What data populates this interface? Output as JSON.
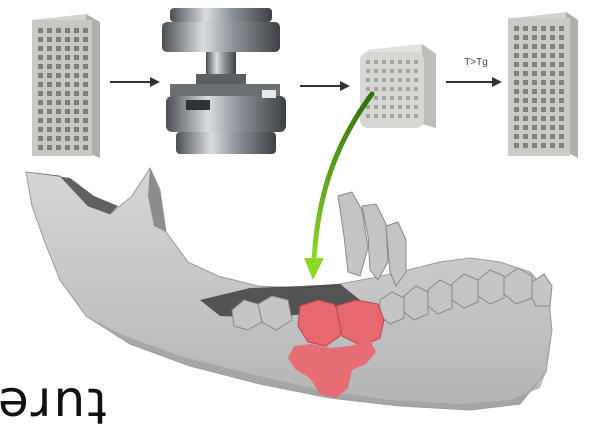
{
  "process": {
    "steps": [
      {
        "name": "printed-lattice-scaffold",
        "kind": "lattice-block"
      },
      {
        "name": "compression-press",
        "kind": "press"
      },
      {
        "name": "compressed-lattice-cube",
        "kind": "lattice-cube"
      },
      {
        "name": "recovered-lattice-scaffold",
        "kind": "lattice-block"
      }
    ],
    "recovery_label": "T>Tg"
  },
  "anatomy": {
    "model": "mandible-with-teeth",
    "implant_region_color": "#e7686f",
    "bone_color": "#c9c9c9",
    "placement_arrow_color": "#6cc21b"
  },
  "corner_text": "ǝɹnʇ"
}
